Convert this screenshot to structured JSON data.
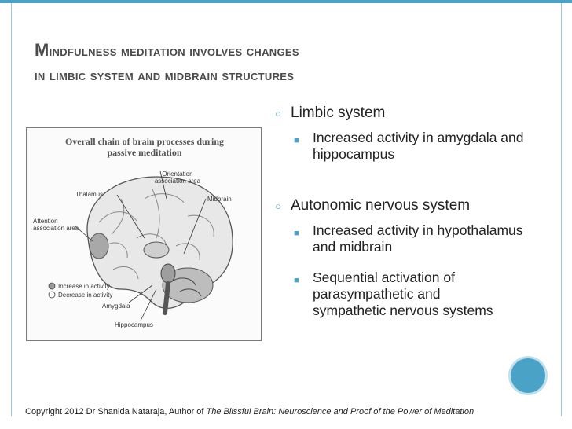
{
  "title": {
    "line1": "Mindfulness meditation involves changes",
    "line2": "in limbic system and midbrain structures"
  },
  "figure": {
    "caption_line1": "Overall chain of brain processes during",
    "caption_line2": "passive meditation",
    "labels": {
      "orientation": "Orientation association area",
      "thalamus": "Thalamus",
      "midbrain": "Midbrain",
      "attention": "Attention association area",
      "increase": "Increase in activity",
      "decrease": "Decrease in activity",
      "amygdala": "Amygdala",
      "hippocampus": "Hippocampus"
    }
  },
  "bullets": [
    {
      "text": "Limbic system",
      "sub": [
        "Increased activity in amygdala and hippocampus"
      ]
    },
    {
      "text": "Autonomic nervous system",
      "sub": [
        "Increased activity in hypothalamus and midbrain",
        "Sequential activation of parasympathetic and sympathetic nervous systems"
      ]
    }
  ],
  "footer": {
    "prefix": "Copyright 2012  Dr Shanida Nataraja, Author of ",
    "book": "The Blissful Brain: Neuroscience and Proof of the Power of Meditation"
  },
  "colors": {
    "accent": "#4aa3c7",
    "title": "#4b4b4b"
  }
}
